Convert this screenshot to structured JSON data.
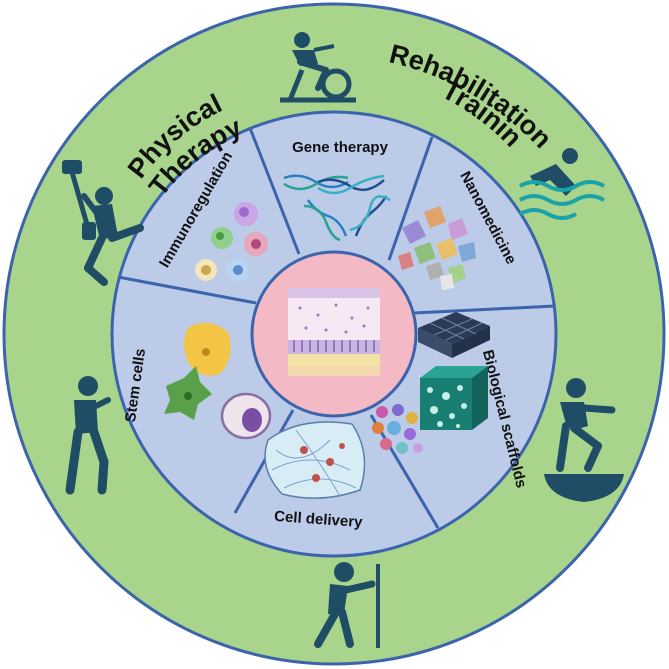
{
  "outer_ring": {
    "left_title_line1": "Physical",
    "left_title_line2": "Therapy",
    "right_title_line1": "Rehabilitation",
    "right_title_line2": "Training",
    "icons": [
      "cycling-icon",
      "swimming-icon",
      "balance-squat-icon",
      "wall-push-icon",
      "lunge-icon",
      "weightlifting-icon"
    ]
  },
  "segments": [
    {
      "label": "Gene therapy",
      "icon": "dna-icon"
    },
    {
      "label": "Nanomedicine",
      "icon": "nanoparticles-icon"
    },
    {
      "label": "Biological scaffolds",
      "icon": "scaffold-icon"
    },
    {
      "label": "Cell delivery",
      "icon": "hydrogel-icon"
    },
    {
      "label": "Stem cells",
      "icon": "stem-cell-icon"
    },
    {
      "label": "Immunoregulation",
      "icon": "immune-cells-icon"
    }
  ],
  "center": {
    "icon": "tissue-cross-section-icon"
  },
  "colors": {
    "outer_ring": "#a9d48b",
    "inner_wheel": "#bccbe8",
    "center": "#f3b9c4",
    "divider": "#3c64ad",
    "icon_dark": "#1f4d66",
    "icon_teal": "#1aa3a8"
  }
}
